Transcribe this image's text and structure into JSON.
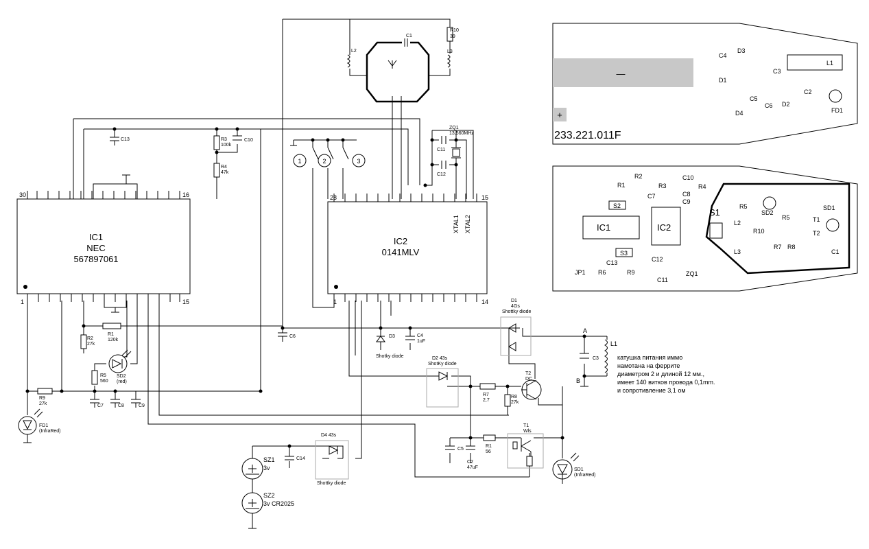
{
  "ic1": {
    "ref": "IC1",
    "maker": "NEC",
    "part": "567897061",
    "pin_tl": "30",
    "pin_tr": "16",
    "pin_bl": "1",
    "pin_br": "15"
  },
  "ic2": {
    "ref": "IC2",
    "part": "0141MLV",
    "pin_tl": "28",
    "pin_tr": "15",
    "pin_bl": "1",
    "pin_br": "14",
    "xtal1": "XTAL1",
    "xtal2": "XTAL2"
  },
  "switches": [
    "1",
    "2",
    "3"
  ],
  "crystal": {
    "ref": "ZQ1",
    "freq": "13,560MHz"
  },
  "capacitors": {
    "c1": "C1",
    "c2": "C2",
    "c2v": "47uF",
    "c3": "C3",
    "c4": "C4",
    "c4v": "1uF",
    "c5": "C5",
    "c6": "C6",
    "c7": "C7",
    "c8": "C8",
    "c9": "C9",
    "c10": "C10",
    "c11": "C11",
    "c12": "C12",
    "c13": "C13",
    "c14": "C14"
  },
  "resistors": {
    "r1": "R1",
    "r1v": "120k",
    "r1b": "R1",
    "r1bv": "56",
    "r2": "R2",
    "r2v": "27k",
    "r3": "R3",
    "r3v": "100k",
    "r4": "R4",
    "r4v": "47k",
    "r5": "R5",
    "r5v": "560",
    "r7": "R7",
    "r7v": "2,7",
    "r8": "R8",
    "r8v": "27k",
    "r9": "R9",
    "r9v": "27k",
    "r10": "R10",
    "r10v": "39"
  },
  "inductors": {
    "l1": "L1",
    "l2": "L2",
    "l3": "L3"
  },
  "diodes": {
    "d1": "D1",
    "d1v": "4Gs",
    "d1n": "Shottky diode",
    "d2": "D2  43s",
    "d2n": "ShotKy diode",
    "d3": "D3",
    "d3n": "Shotky diode",
    "d4": "D4   43s",
    "d4n": "Shottky diode"
  },
  "transistors": {
    "t1": "T1",
    "t1v": "Wls",
    "t2": "T2",
    "t2v": "DC"
  },
  "leds": {
    "fd1": "FD1",
    "fd1n": "(InfraRed)",
    "sd1": "SD1",
    "sd1n": "(InfraRed)",
    "sd2": "SD2",
    "sd2n": "(red)"
  },
  "batteries": {
    "sz1": "SZ1",
    "sz1v": "3v",
    "sz2": "SZ2",
    "sz2v": "3v CR2025"
  },
  "coil_nodes": {
    "a": "A",
    "b": "B"
  },
  "coil_note": [
    "катушка питания иммо",
    "намотана на феррите",
    "диаметром 2 и длиной 12 мм.,",
    "имеет 140 витков провода 0,1mm.",
    "и сопротивление 3,1 ом"
  ],
  "pcb_top": {
    "part_number": "233.221.011F",
    "minus": "—",
    "plus": "+",
    "labels": {
      "c4": "C4",
      "d3": "D3",
      "c3": "C3",
      "l1": "L1",
      "d1": "D1",
      "c5": "C5",
      "c6": "C6",
      "d2": "D2",
      "c2": "C2",
      "d4": "D4",
      "fd1": "FD1"
    }
  },
  "pcb_bottom": {
    "labels": {
      "r1": "R1",
      "r2": "R2",
      "c10": "C10",
      "r3": "R3",
      "r4": "R4",
      "c8": "C8",
      "c9": "C9",
      "c7": "C7",
      "s2": "S2",
      "s1": "S1",
      "ic1": "IC1",
      "ic2": "IC2",
      "r5": "R5",
      "sd2": "SD2",
      "sd1": "SD1",
      "l2": "L2",
      "r10": "R10",
      "t1": "T1",
      "t2": "T2",
      "l3": "L3",
      "r7": "R7",
      "r8": "R8",
      "c1": "C1",
      "s3": "S3",
      "c13": "C13",
      "c12": "C12",
      "jp1": "JP1",
      "r6": "R6",
      "r9": "R9",
      "c11": "C11",
      "zq1": "ZQ1",
      "r5b": "R5"
    }
  }
}
